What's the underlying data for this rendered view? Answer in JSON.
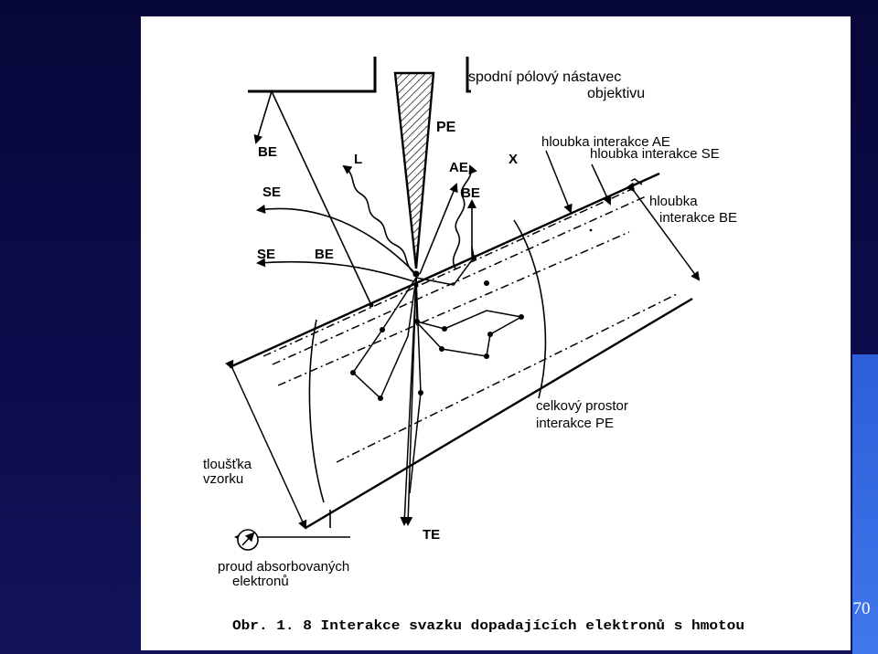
{
  "diagram": {
    "labels": {
      "pole_piece_line1": "spodní pólový nástavec",
      "pole_piece_line2": "objektivu",
      "be_top": "BE",
      "se_upper": "SE",
      "se_lower": "SE",
      "be_lower": "BE",
      "light": "L",
      "pe": "PE",
      "ae": "AE",
      "be_center": "BE",
      "x_ray": "X",
      "depth_ae": "hloubka interakce AE",
      "depth_se": "hloubka interakce SE",
      "depth_be_line1": "hloubka",
      "depth_be_line2": "interakce BE",
      "volume_line1": "celkový prostor",
      "volume_line2": "interakce PE",
      "thickness_line1": "tloušťka",
      "thickness_line2": "vzorku",
      "te": "TE",
      "current_line1": "proud absorbovaných",
      "current_line2": "elektronů"
    },
    "caption": "Obr. 1. 8 Interakce svazku dopadajících elektronů s hmotou"
  },
  "slide": {
    "page_number": "70"
  }
}
